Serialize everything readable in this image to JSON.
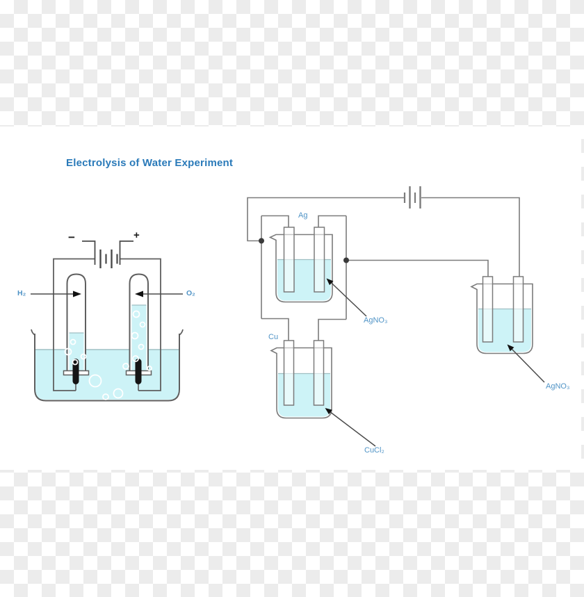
{
  "title": "Electrolysis of Water Experiment",
  "colors": {
    "title_blue": "#2a7ab9",
    "chem_label_blue": "#4f93c6",
    "liquid_cyan": "#cdf3f7",
    "outline_gray": "#6e6e6e",
    "checker_gray": "#ececec"
  },
  "water_cell": {
    "negative_terminal": "−",
    "positive_terminal": "+",
    "left_tube_gas": "H₂",
    "right_tube_gas": "O₂"
  },
  "plating_cells": {
    "silver_electrode": "Ag",
    "copper_electrode": "Cu",
    "silver_cell_solution": "AgNO₃",
    "copper_cell_solution": "CuCl₂",
    "right_cell_solution": "AgNO₃"
  }
}
